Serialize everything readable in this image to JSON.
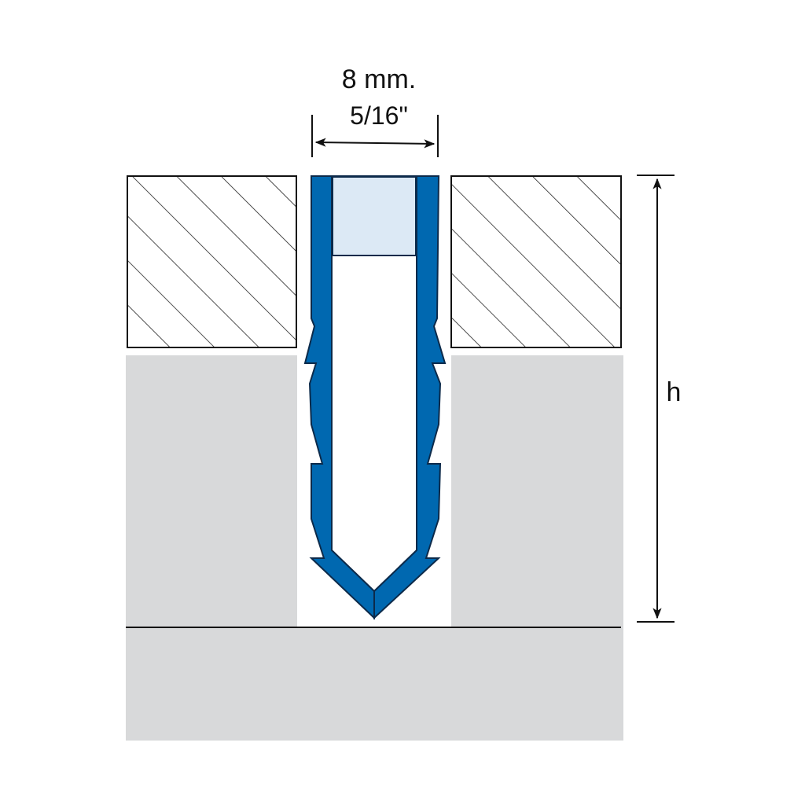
{
  "labels": {
    "width_metric": "8 mm.",
    "width_imperial": "5/16\"",
    "height": "h"
  },
  "colors": {
    "plug_blue": "#0068b0",
    "plug_stroke": "#0c2a4a",
    "plug_cap": "#dce9f5",
    "substrate_gray": "#d8d9da",
    "hatch_line": "#222222",
    "outline": "#111111",
    "background": "#ffffff"
  }
}
